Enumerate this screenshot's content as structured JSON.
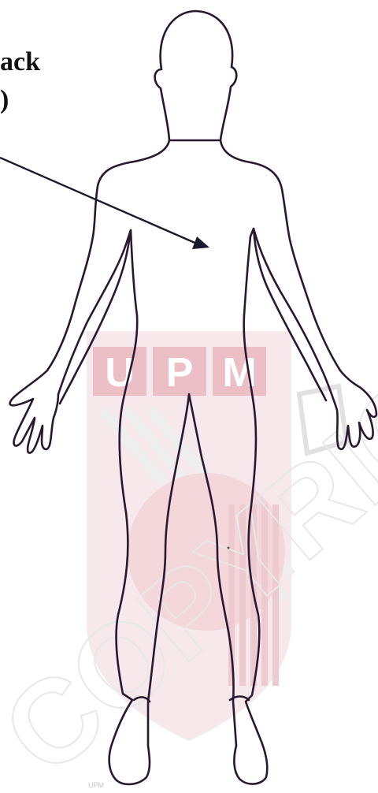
{
  "annotation": {
    "line1": "ack",
    "line2": ")"
  },
  "watermark": {
    "letters": [
      "U",
      "P",
      "M"
    ],
    "diagonal_text": "COPYRIGHT",
    "footer_mark": "UPM"
  },
  "colors": {
    "outline": "#2a1830",
    "arrow": "#1a1a2e",
    "label": "#111111",
    "watermark_red": "#e8b7bd",
    "watermark_pink": "#f1d2d6",
    "watermark_grey": "#e6e6e6"
  }
}
